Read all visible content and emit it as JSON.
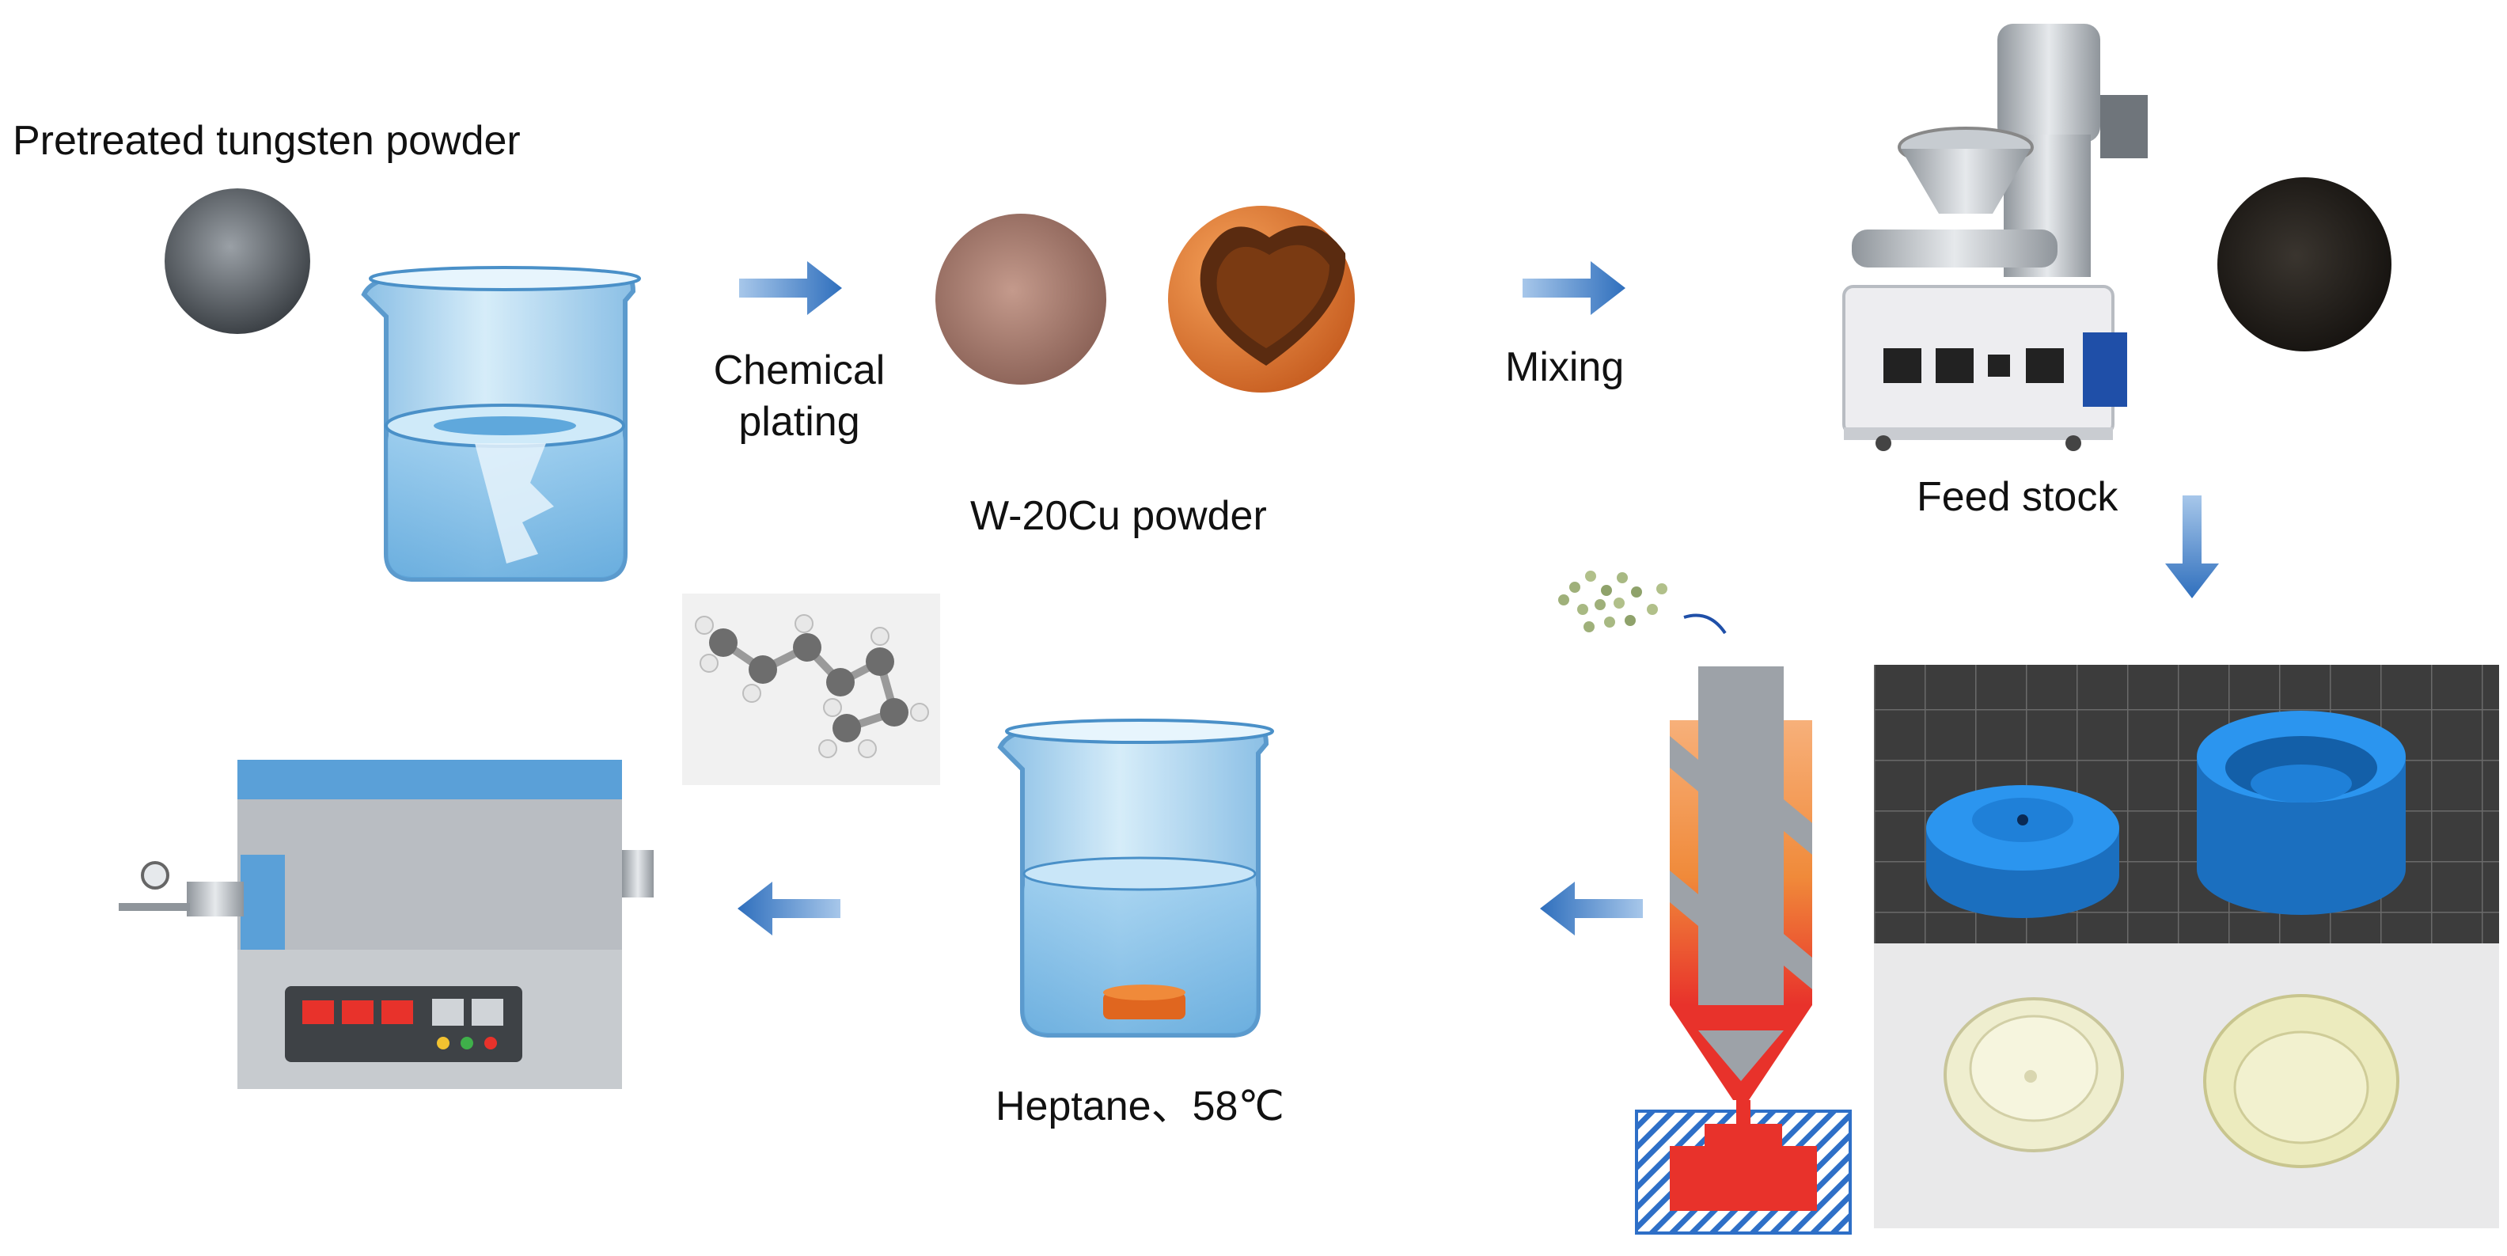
{
  "labels": {
    "pretreated": "Pretreated tungsten powder",
    "chemical_plating_1": "Chemical",
    "chemical_plating_2": "plating",
    "w20cu": "W-20Cu powder",
    "mixing": "Mixing",
    "feed_stock": "Feed stock",
    "heptane": "Heptane、58℃"
  },
  "colors": {
    "arrow_blue": "#2f6fbd",
    "beaker_blue": "#a8d4ef",
    "copper_orange": "#e07a2a",
    "print_blue": "#1f8be0",
    "melt_red": "#e8322b",
    "furnace_top": "#5aa0d8"
  }
}
